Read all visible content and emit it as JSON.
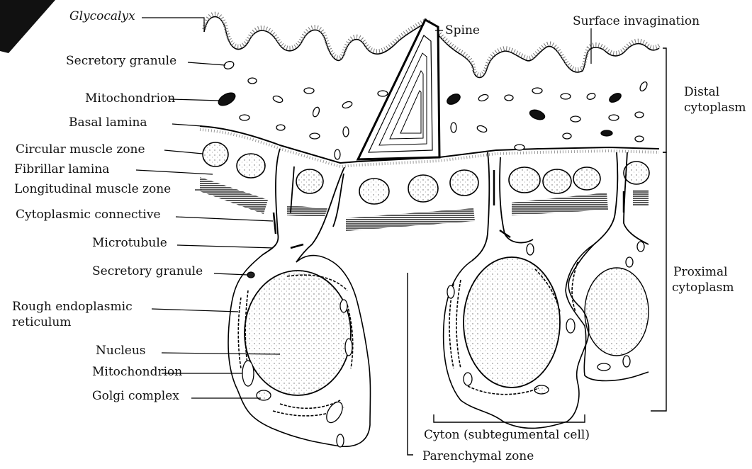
{
  "labels": {
    "glycocalyx": "Glycocalyx",
    "secretory_granule_top": "Secretory granule",
    "mitochondrion_top": "Mitochondrion",
    "basal_lamina": "Basal lamina",
    "circular_muscle_zone": "Circular muscle zone",
    "fibrillar_lamina": "Fibrillar lamina",
    "longitudinal_muscle_zone": "Longitudinal muscle zone",
    "cytoplasmic_connective": "Cytoplasmic connective",
    "microtubule": "Microtubule",
    "secretory_granule_bottom": "Secretory granule",
    "rough_er_line1": "Rough endoplasmic",
    "rough_er_line2": "reticulum",
    "nucleus": "Nucleus",
    "mitochondrion_bottom": "Mitochondrion",
    "golgi_complex": "Golgi complex",
    "spine": "Spine",
    "surface_invagination": "Surface invagination",
    "distal_line1": "Distal",
    "distal_line2": "cytoplasm",
    "proximal_line1": "Proximal",
    "proximal_line2": "cytoplasm",
    "cyton": "Cyton (subtegumental cell)",
    "parenchymal_zone": "Parenchymal zone"
  }
}
